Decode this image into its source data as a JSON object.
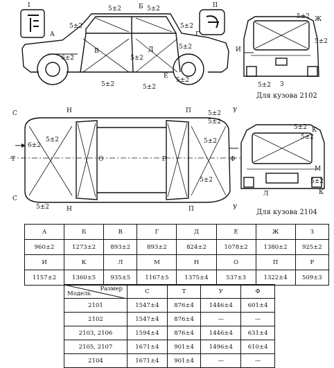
{
  "side_view": {
    "insets": [
      "I",
      "II"
    ],
    "letters": [
      "А",
      "Б",
      "В",
      "Г",
      "Д",
      "Е"
    ],
    "tolerance": "5±2",
    "tolerance_alt": "6±2"
  },
  "rear_2102": {
    "letters": [
      "Ж",
      "И",
      "З"
    ],
    "tolerance": "5±2",
    "caption": "Для кузова 2102"
  },
  "top_view": {
    "letters": [
      "С",
      "Н",
      "П",
      "У",
      "Т",
      "О",
      "Р",
      "Ф"
    ],
    "tolerance": "5±2",
    "tolerance_alt": "6±2"
  },
  "rear_2104": {
    "letters": [
      "К",
      "Л",
      "М"
    ],
    "tolerance": "5±2",
    "caption": "Для кузова 2104"
  },
  "table1": {
    "row1_heads": [
      "А",
      "Б",
      "В",
      "Г",
      "Д",
      "Е",
      "Ж",
      "З"
    ],
    "row1_vals": [
      "960±2",
      "1273±2",
      "893±2",
      "893±2",
      "824±2",
      "1078±2",
      "1380±2",
      "925±2"
    ],
    "row2_heads": [
      "И",
      "К",
      "Л",
      "М",
      "Н",
      "О",
      "П",
      "Р"
    ],
    "row2_vals": [
      "1157±2",
      "1360±5",
      "935±5",
      "1167±5",
      "1375±4",
      "537±3",
      "1322±4",
      "509±3"
    ]
  },
  "table2": {
    "corner_top": "Размер",
    "corner_bottom": "Модель",
    "cols": [
      "С",
      "Т",
      "У",
      "Ф"
    ],
    "rows": [
      {
        "model": "2101",
        "c": "1547±4",
        "t": "876±4",
        "u": "1446±4",
        "f": "601±4"
      },
      {
        "model": "2102",
        "c": "1547±4",
        "t": "876±4",
        "u": "—",
        "f": "—"
      },
      {
        "model": "2103, 2106",
        "c": "1594±4",
        "t": "876±4",
        "u": "1446±4",
        "f": "631±4"
      },
      {
        "model": "2105, 2107",
        "c": "1671±4",
        "t": "901±4",
        "u": "1496±4",
        "f": "610±4"
      },
      {
        "model": "2104",
        "c": "1671±4",
        "t": "901±4",
        "u": "—",
        "f": "—"
      }
    ]
  }
}
